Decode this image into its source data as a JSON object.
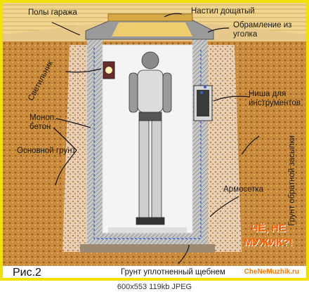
{
  "labels": {
    "garage_floor": "Полы гаража",
    "plank_cover": "Настил дощатый",
    "angle_frame": "Обрамление из уголка",
    "skylight": "Светильник",
    "tool_niche": "Ниша для инструментов",
    "mono_concrete": "Моноп. бетон",
    "main_soil": "Основной грунт",
    "backfill_soil": "Грунт обратной засыпки",
    "mesh": "Армосетка",
    "compacted_gravel": "Грунт уплотненный щебнем"
  },
  "figure_label": "Рис.2",
  "stamp_text": "ЧЁ, НЕ МУЖИК?!",
  "site_text": "CheNeMuzhik.ru",
  "statusbar": "600x553 119kb JPEG",
  "colors": {
    "frame_border": "#f2e000",
    "soil": "#c98a3a",
    "backfill": "#d9b08a",
    "concrete": "#bdbdbd",
    "mesh": "#3a5fc0",
    "plank": "#e8c160",
    "stamp": "#ff5a00"
  },
  "icons": [
    "person-figure",
    "lamp-icon",
    "tool-niche-box"
  ]
}
